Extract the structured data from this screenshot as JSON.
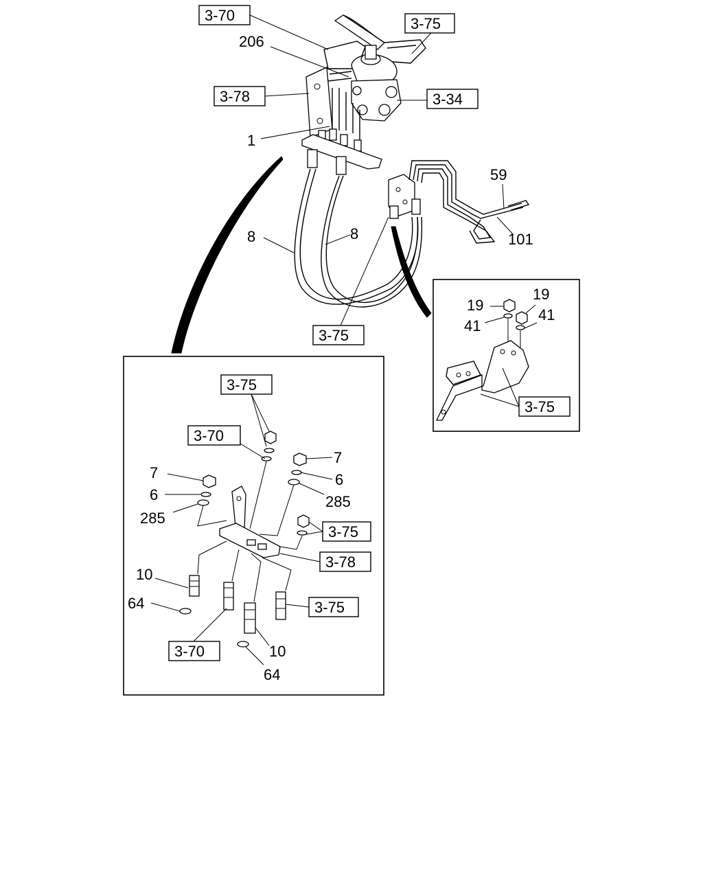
{
  "callouts": {
    "c206": "206",
    "c1": "1",
    "c8a": "8",
    "c8b": "8",
    "c59": "59",
    "c101": "101",
    "c19a": "19",
    "c19b": "19",
    "c41a": "41",
    "c41b": "41",
    "c7a": "7",
    "c7b": "7",
    "c6a": "6",
    "c6b": "6",
    "c285a": "285",
    "c285b": "285",
    "c10a": "10",
    "c10b": "10",
    "c64a": "64",
    "c64b": "64"
  },
  "refs": {
    "r1": "3-70",
    "r2": "3-75",
    "r3": "3-78",
    "r4": "3-34",
    "r5": "3-75",
    "r6": "3-75",
    "r7": "3-75",
    "r8": "3-70",
    "r9": "3-75",
    "r10": "3-78",
    "r11": "3-75",
    "r12": "3-70"
  }
}
